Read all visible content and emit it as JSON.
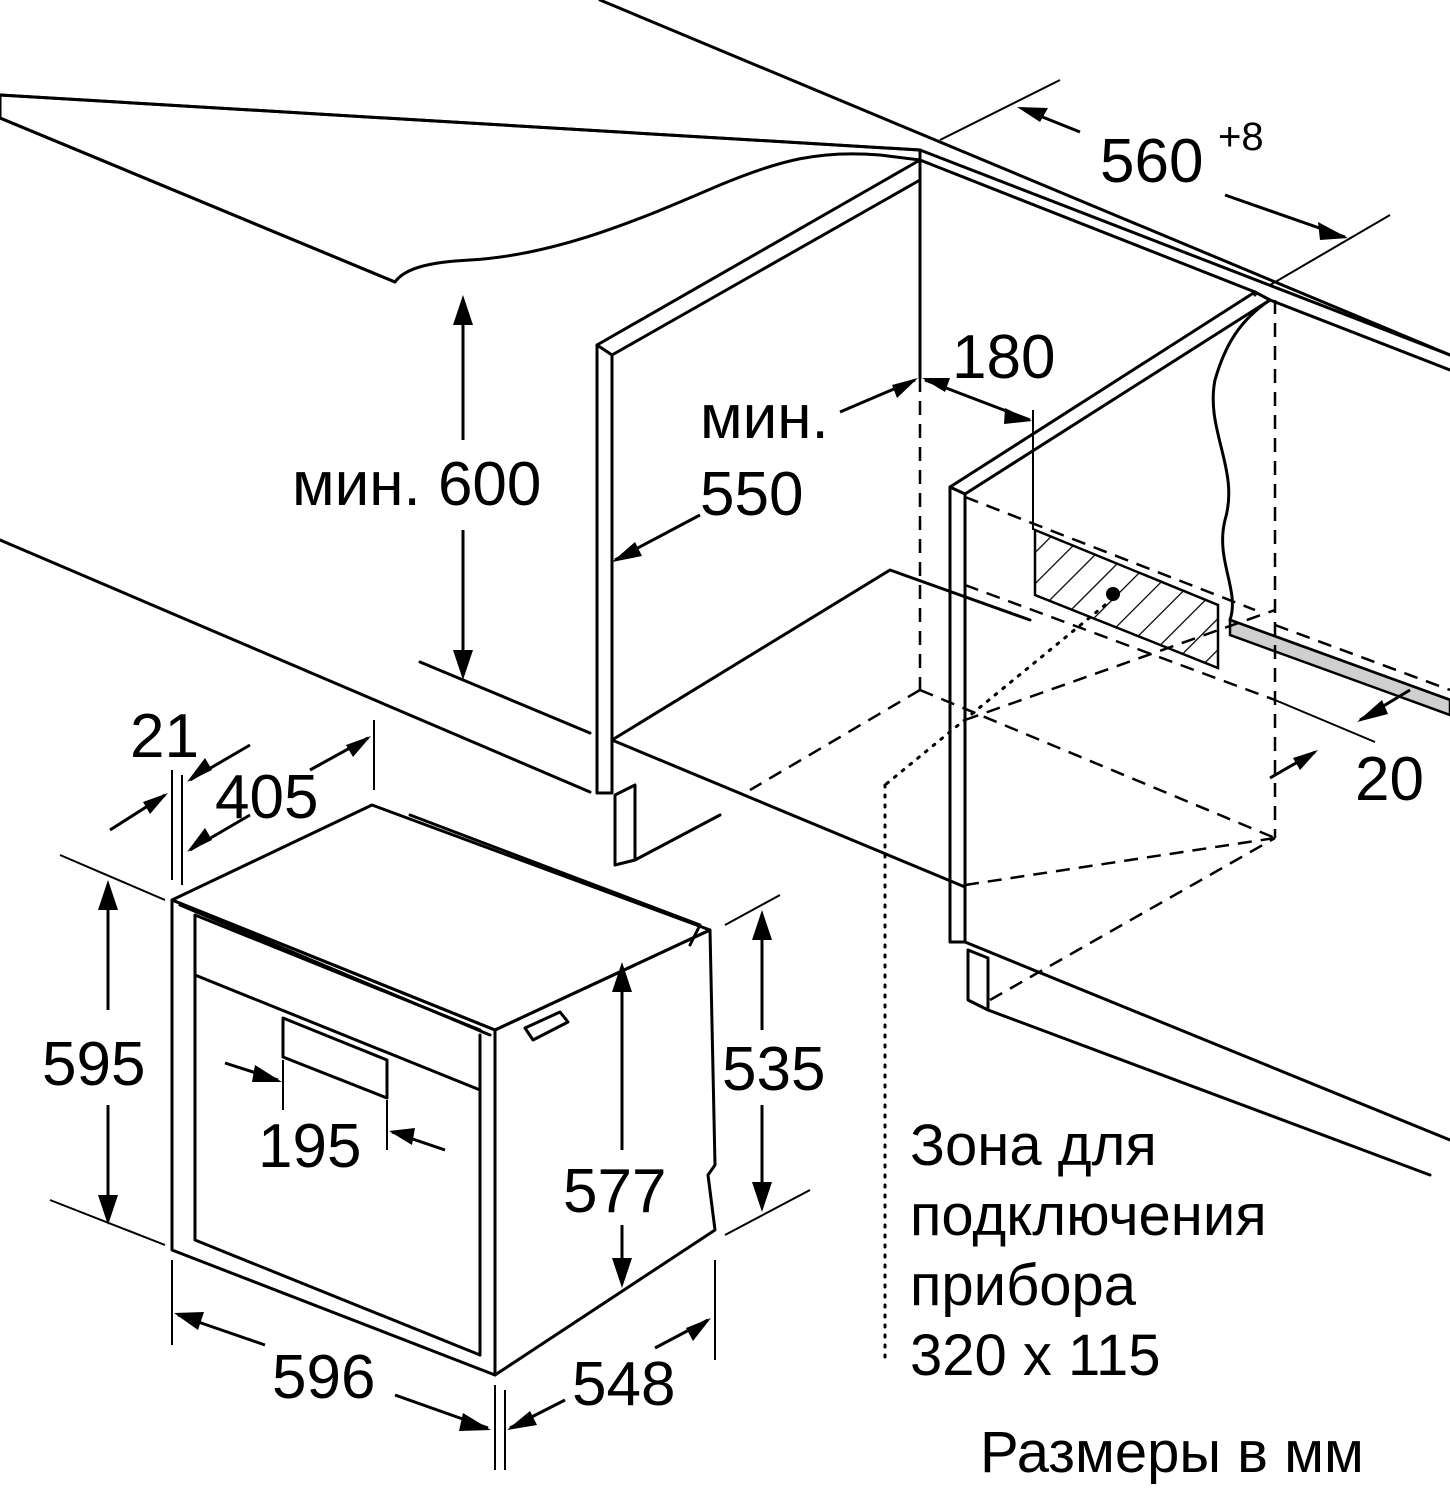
{
  "dimensions": {
    "niche_width": "560",
    "niche_width_tolerance": "+8",
    "connection_offset": "180",
    "min_depth_prefix": "мин.",
    "min_depth_value": "550",
    "min_height": "мин. 600",
    "rear_gap": "20",
    "panel_thickness": "21",
    "depth_top": "405",
    "appliance_height": "595",
    "handle_offset": "195",
    "body_height": "535",
    "inner_height": "577",
    "appliance_width": "596",
    "appliance_depth": "548"
  },
  "connection_zone": {
    "line1": "Зона для",
    "line2": "подключения",
    "line3": "прибора",
    "line4": "320 x 115"
  },
  "units_note": "Размеры в мм"
}
